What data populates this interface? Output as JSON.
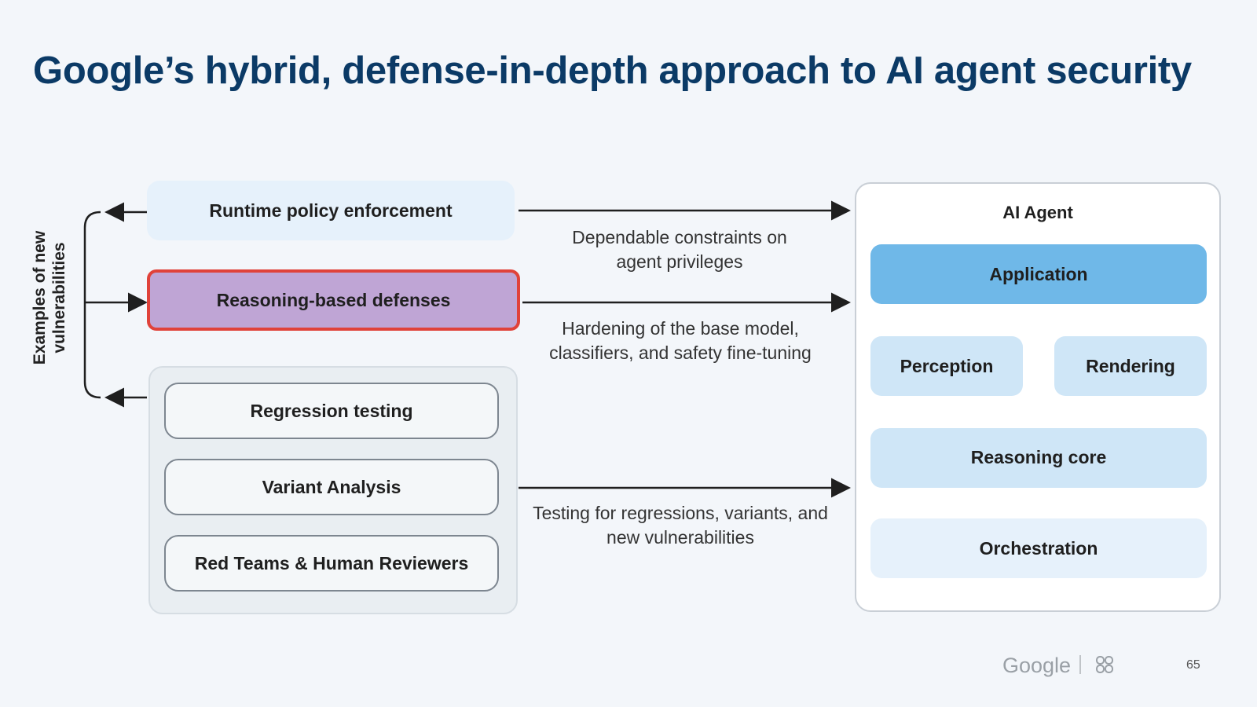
{
  "title": "Google’s hybrid, defense-in-depth approach to AI agent security",
  "side_label": "Examples of new vulnerabilities",
  "left_column": {
    "runtime": "Runtime policy enforcement",
    "reasoning": "Reasoning-based defenses",
    "testing_items": [
      "Regression testing",
      "Variant Analysis",
      "Red Teams & Human Reviewers"
    ]
  },
  "connectors": {
    "runtime_text": "Dependable constraints on agent privileges",
    "reasoning_text": "Hardening of the base model, classifiers, and safety fine-tuning",
    "testing_text": "Testing for regressions, variants, and new vulnerabilities"
  },
  "agent": {
    "title": "AI Agent",
    "application": "Application",
    "perception": "Perception",
    "rendering": "Rendering",
    "reasoning_core": "Reasoning core",
    "orchestration": "Orchestration"
  },
  "footer": {
    "brand": "Google",
    "page_number": "65"
  },
  "colors": {
    "title": "#0b3a66",
    "highlight_border": "#e0423a",
    "reasoning_fill": "#bfa5d5",
    "application_fill": "#6fb8e8",
    "light_blue": "#cfe6f7"
  }
}
